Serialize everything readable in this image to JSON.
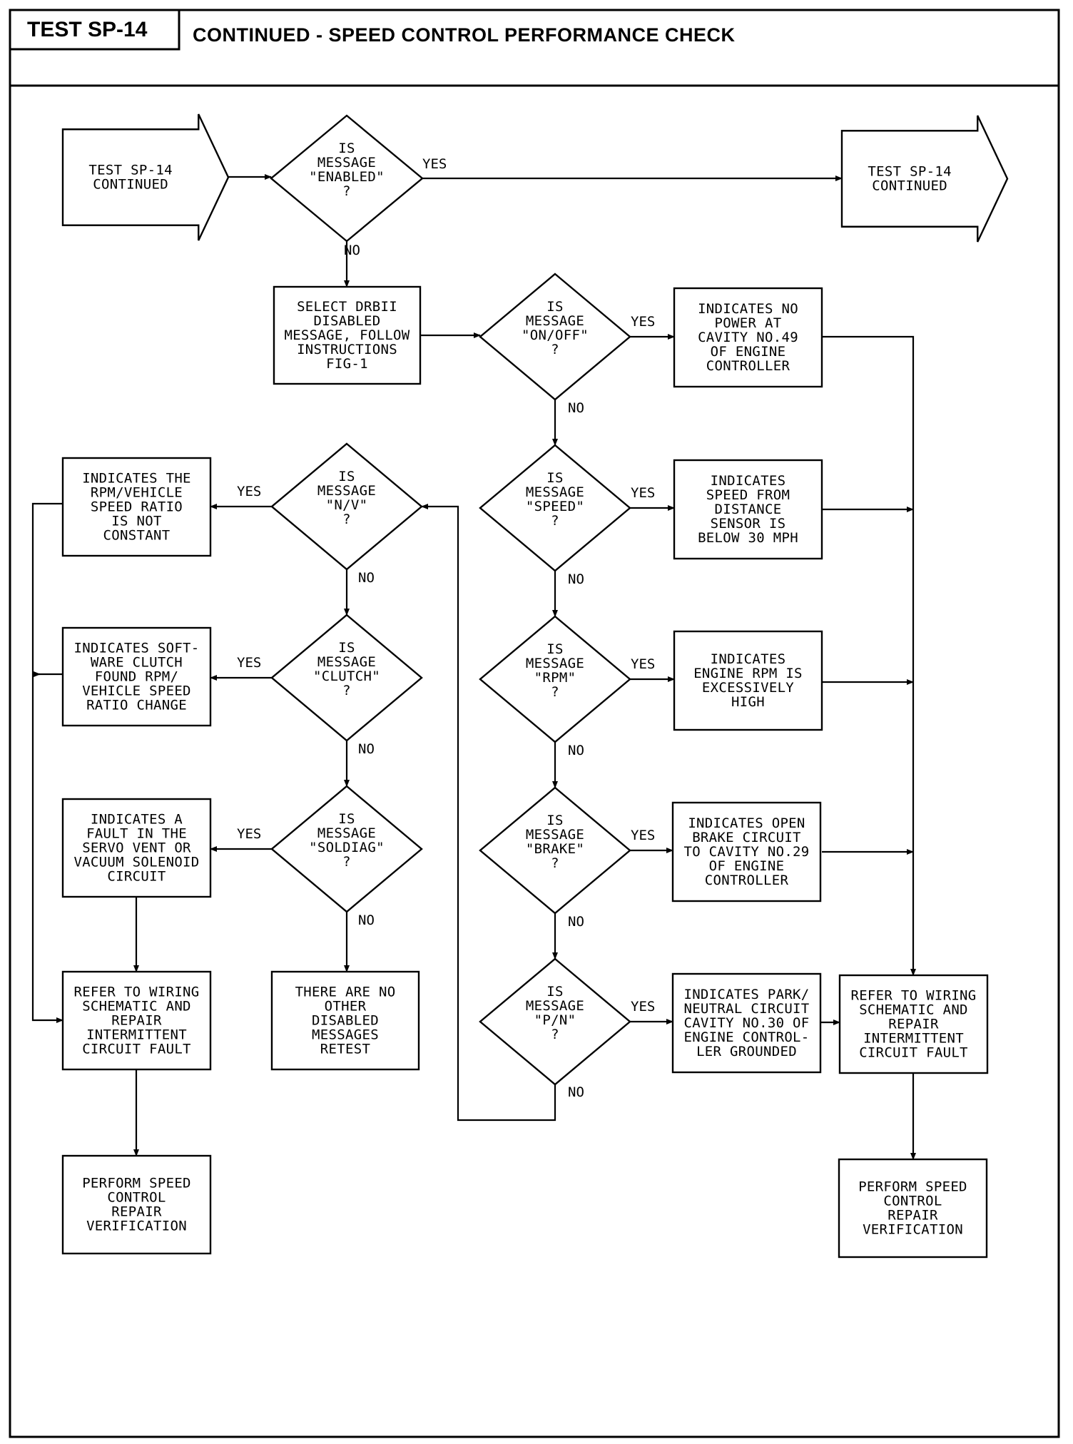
{
  "header": {
    "test_id": "TEST SP-14",
    "title": "CONTINUED - SPEED CONTROL PERFORMANCE CHECK"
  },
  "nodes": {
    "start_in": {
      "lines": [
        "TEST SP-14",
        "CONTINUED"
      ]
    },
    "cont_out": {
      "lines": [
        "TEST SP-14",
        "CONTINUED"
      ]
    },
    "d_enabled": {
      "lines": [
        "IS",
        "MESSAGE",
        "\"ENABLED\"",
        "?"
      ]
    },
    "select_drb": {
      "lines": [
        "SELECT DRBII",
        "DISABLED",
        "MESSAGE, FOLLOW",
        "INSTRUCTIONS",
        "FIG-1"
      ]
    },
    "d_onoff": {
      "lines": [
        "IS",
        "MESSAGE",
        "\"ON/OFF\"",
        "?"
      ]
    },
    "r_nopower": {
      "lines": [
        "INDICATES NO",
        "POWER AT",
        "CAVITY NO.49",
        "OF ENGINE",
        "CONTROLLER"
      ]
    },
    "d_speed": {
      "lines": [
        "IS",
        "MESSAGE",
        "\"SPEED\"",
        "?"
      ]
    },
    "r_speed": {
      "lines": [
        "INDICATES",
        "SPEED FROM",
        "DISTANCE",
        "SENSOR IS",
        "BELOW 30 MPH"
      ]
    },
    "d_rpm": {
      "lines": [
        "IS",
        "MESSAGE",
        "\"RPM\"",
        "?"
      ]
    },
    "r_rpm": {
      "lines": [
        "INDICATES",
        "ENGINE RPM IS",
        "EXCESSIVELY",
        "HIGH"
      ]
    },
    "d_brake": {
      "lines": [
        "IS",
        "MESSAGE",
        "\"BRAKE\"",
        "?"
      ]
    },
    "r_brake": {
      "lines": [
        "INDICATES OPEN",
        "BRAKE CIRCUIT",
        "TO CAVITY NO.29",
        "OF ENGINE",
        "CONTROLLER"
      ]
    },
    "d_pn": {
      "lines": [
        "IS",
        "MESSAGE",
        "\"P/N\"",
        "?"
      ]
    },
    "r_pn": {
      "lines": [
        "INDICATES PARK/",
        "NEUTRAL CIRCUIT",
        "CAVITY NO.30 OF",
        "ENGINE CONTROL-",
        "LER GROUNDED"
      ]
    },
    "refer_r": {
      "lines": [
        "REFER TO WIRING",
        "SCHEMATIC AND",
        "REPAIR",
        "INTERMITTENT",
        "CIRCUIT FAULT"
      ]
    },
    "perf_r": {
      "lines": [
        "PERFORM SPEED",
        "CONTROL",
        "REPAIR",
        "VERIFICATION"
      ]
    },
    "d_nv": {
      "lines": [
        "IS",
        "MESSAGE",
        "\"N/V\"",
        "?"
      ]
    },
    "r_nv": {
      "lines": [
        "INDICATES THE",
        "RPM/VEHICLE",
        "SPEED RATIO",
        "IS NOT",
        "CONSTANT"
      ]
    },
    "d_clutch": {
      "lines": [
        "IS",
        "MESSAGE",
        "\"CLUTCH\"",
        "?"
      ]
    },
    "r_clutch": {
      "lines": [
        "INDICATES SOFT-",
        "WARE CLUTCH",
        "FOUND RPM/",
        "VEHICLE SPEED",
        "RATIO CHANGE"
      ]
    },
    "d_soldiag": {
      "lines": [
        "IS",
        "MESSAGE",
        "\"SOLDIAG\"",
        "?"
      ]
    },
    "r_soldiag": {
      "lines": [
        "INDICATES A",
        "FAULT IN THE",
        "SERVO VENT OR",
        "VACUUM SOLENOID",
        "CIRCUIT"
      ]
    },
    "r_none": {
      "lines": [
        "THERE ARE NO",
        "OTHER",
        "DISABLED",
        "MESSAGES",
        "RETEST"
      ]
    },
    "refer_l": {
      "lines": [
        "REFER TO WIRING",
        "SCHEMATIC AND",
        "REPAIR",
        "INTERMITTENT",
        "CIRCUIT FAULT"
      ]
    },
    "perf_l": {
      "lines": [
        "PERFORM SPEED",
        "CONTROL",
        "REPAIR",
        "VERIFICATION"
      ]
    }
  },
  "labels": {
    "yes": "YES",
    "no": "NO"
  }
}
